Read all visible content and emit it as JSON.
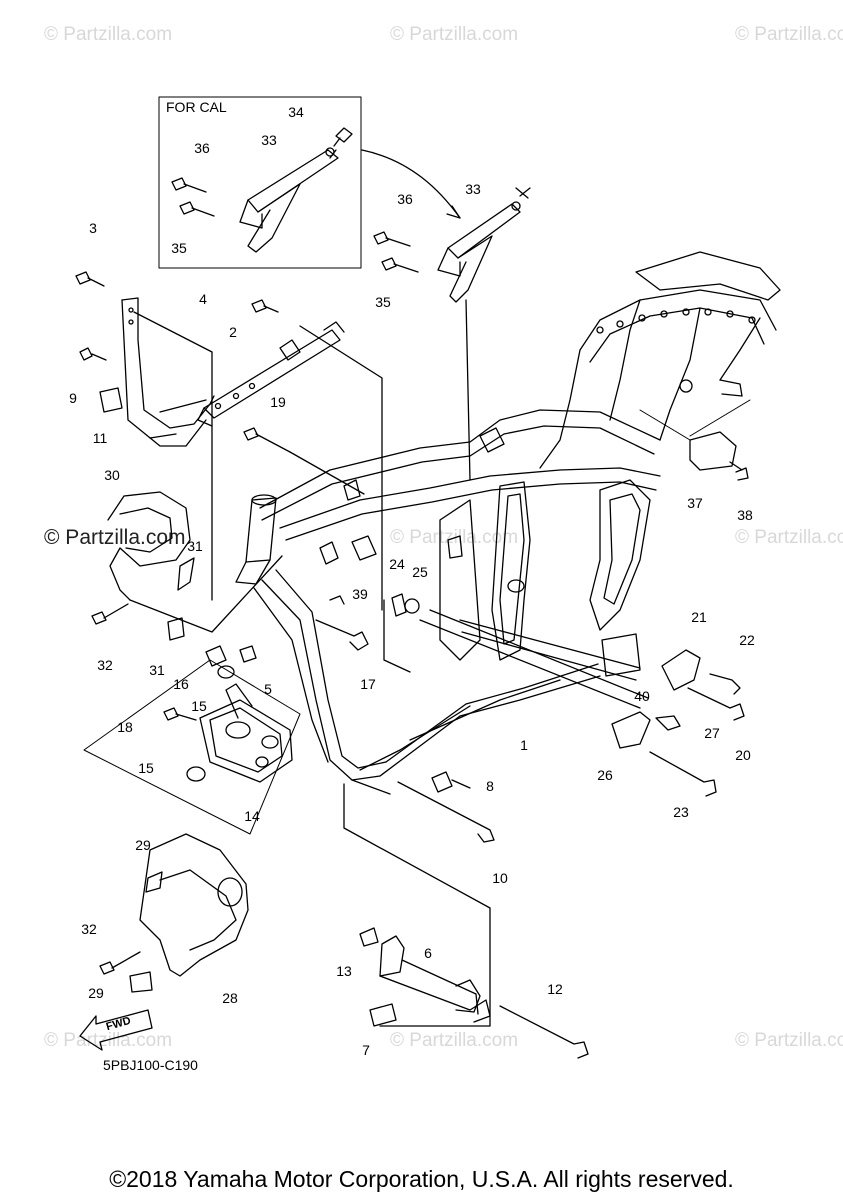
{
  "watermarks": {
    "faint": "© Partzilla.com",
    "dark": "© Partzilla.com"
  },
  "inset": {
    "label": "FOR CAL"
  },
  "callouts": [
    "1",
    "2",
    "3",
    "4",
    "5",
    "6",
    "7",
    "8",
    "9",
    "10",
    "11",
    "12",
    "13",
    "14",
    "15",
    "15",
    "16",
    "17",
    "18",
    "19",
    "20",
    "21",
    "22",
    "23",
    "24",
    "25",
    "26",
    "27",
    "28",
    "29",
    "29",
    "30",
    "31",
    "31",
    "32",
    "32",
    "33",
    "33",
    "34",
    "35",
    "35",
    "36",
    "36",
    "37",
    "38",
    "39",
    "40"
  ],
  "fwd_label": "FWD",
  "diagram_code": "5PBJ100-C190",
  "copyright": "©2018 Yamaha Motor Corporation, U.S.A. All rights reserved."
}
